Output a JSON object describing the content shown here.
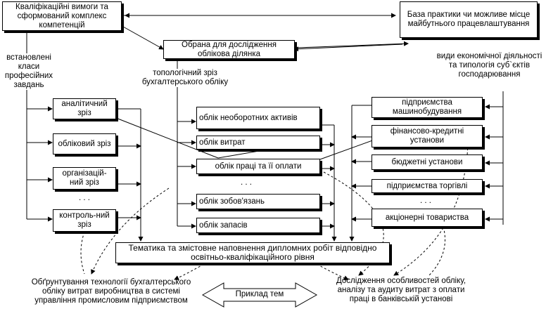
{
  "top_left_box": "Кваліфікаційні вимоги та сформований комплекс компетенцій",
  "top_right_box": "База практики чи можливе місце майбутнього працевлаштування",
  "center_box": "Обрана для дослідження облікова ділянка",
  "label_left": "встановлені класи професійних завдань",
  "label_center": "топологічний зріз бухгалтерського обліку",
  "label_right": "види економічної діяльності та типологія суб`єктів господарювання",
  "slices": [
    "аналітичний зріз",
    "обліковий зріз",
    "організацій-ний зріз",
    "контроль-ний зріз"
  ],
  "accounting_areas": [
    "облік необоротних активів",
    "облік витрат",
    "облік праці та її оплати",
    "облік зобов'язань",
    "облік запасів"
  ],
  "enterprise_types": [
    "підприємства машинобудування",
    "фінансово-кредитні установи",
    "бюджетні установи",
    "підприємства торгівлі",
    "акціонерні товариства"
  ],
  "dots": ". . .",
  "thesis_box": "Тематика та змістовне наповнення дипломних робіт відповідно освітньо-кваліфікаційного рівня",
  "example_label": "Приклад тем",
  "example_left": "Обґрунтування технології бухгалтерського обліку витрат виробництва в системі управління промисловим підприємством",
  "example_right": "Дослідження особливостей обліку, аналізу та аудиту витрат з оплати праці в банківській установі"
}
